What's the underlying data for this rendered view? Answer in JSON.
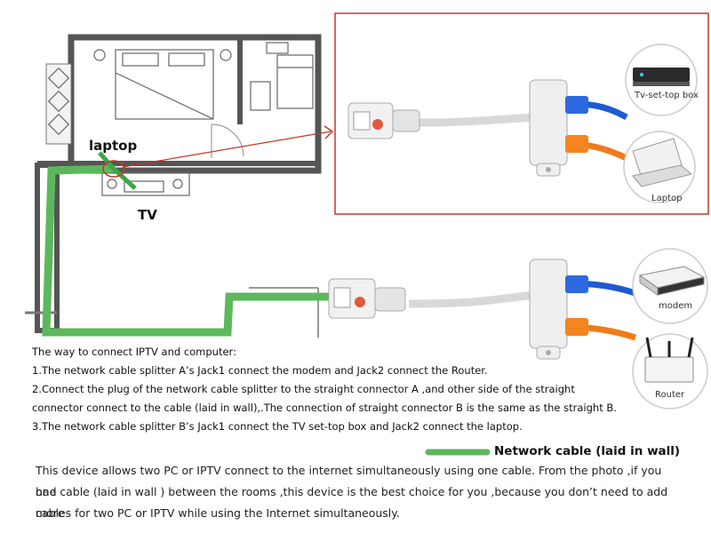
{
  "labels": {
    "laptop": "laptop",
    "tv": "TV",
    "tv_set_top_box": "Tv-set-top box",
    "laptop_device": "Laptop",
    "modem": "modem",
    "router": "Router"
  },
  "legend": {
    "network_cable": "Network cable (laid in wall)",
    "cable_color": "#5cb85c"
  },
  "instructions": [
    "The way to connect IPTV and computer:",
    "1.The network cable splitter A’s Jack1 connect the modem and Jack2 connect the Router.",
    "2.Connect the plug of the network cable splitter to the straight connector A ,and other side of the straight",
    "connector connect to the cable (laid in wall),.The connection of  straight connector B is the same as the straight B.",
    "3.The network cable splitter B’s Jack1 connect the TV set-top box and Jack2 connect the laptop."
  ],
  "description": [
    "This device allows two PC or IPTV connect to the internet simultaneously using one cable. From the photo ,if you had",
    "one cable (laid in wall ) between the rooms ,this device is the best choice for you ,because you don’t need to add more",
    "cables for two PC or IPTV while using the Internet simultaneously."
  ],
  "colors": {
    "frame_red": "#c0392b",
    "blue_cable": "#1e5bd1",
    "orange_cable": "#f07a1a",
    "wall": "#555555"
  }
}
